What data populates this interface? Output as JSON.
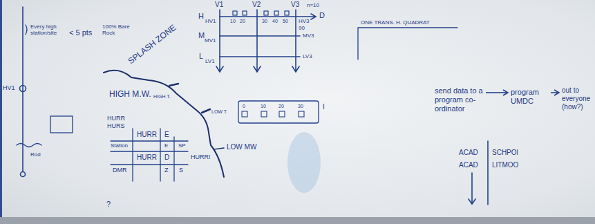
{
  "diagram": {
    "nodes": [
      {
        "text": [
          "send data to a program co-ordinator"
        ]
      },
      {
        "text": [
          "program UMDC"
        ]
      },
      {
        "text": [
          "out to everyone (how?)"
        ]
      }
    ],
    "edges": [
      {
        "from": 0,
        "to": 1,
        "arrow": "to"
      },
      {
        "from": 1,
        "to": 2,
        "arrow": "to"
      }
    ],
    "labels": [
      "V1",
      "V2",
      "V3",
      "n=10",
      "D",
      "H",
      "HV1",
      "10",
      "20",
      "30",
      "40",
      "50",
      "HV3",
      "90",
      "M",
      "MV1",
      "MV3",
      "L",
      "LV1",
      "LV3",
      "ONE TRANS. H. QUADRAT",
      "HV1",
      "Every high station/site",
      "< 5 pts",
      "100% Bare Rock",
      "Rod",
      "SPLASH ZONE",
      "HIGH M.W.",
      "HIGH T.",
      "LOW T.",
      "LOW MW",
      "HURR",
      "HURS",
      "HURR",
      "E",
      "Station",
      "E",
      "SP",
      "HURR",
      "D",
      "HURR!",
      "DMR",
      "Z",
      "S",
      "?",
      "0",
      "10",
      "20",
      "30",
      "I",
      "ACAD",
      "ACAD",
      "SCHPOl",
      "LITMOO"
    ]
  }
}
